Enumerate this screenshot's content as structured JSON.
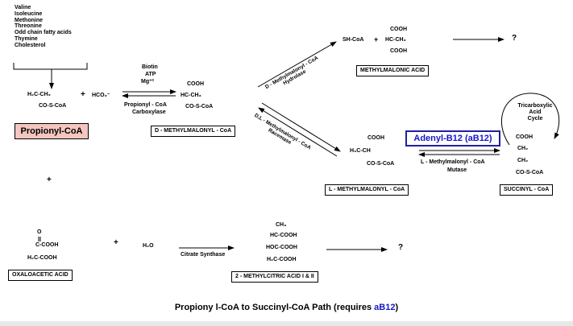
{
  "sources": [
    "Valine",
    "Isoleucine",
    "Methonine",
    "Threonine",
    "Odd chain fatty acids",
    "Thymine",
    "Cholesterol"
  ],
  "propionyl": {
    "formula_1": "H₂C-CH₃",
    "formula_2": "CO-S-CoA",
    "label": "Propionyl-CoA"
  },
  "plus": "+",
  "bicarbonate": "HCO₃⁻",
  "carboxylase": {
    "cofactor_1": "Biotin",
    "cofactor_2": "ATP",
    "cofactor_3": "Mg⁺²",
    "enzyme_1": "Propionyl - CoA",
    "enzyme_2": "Carboxylase"
  },
  "d_methylmalonyl": {
    "f1": "COOH",
    "f2": "HC-CH₃",
    "f3": "CO-S-CoA",
    "label": "D - METHYLMALONYL - CoA"
  },
  "hydrolase": {
    "l1": "D - Methylmalonyl - CoA",
    "l2": "Hydrolase"
  },
  "methylmalonic": {
    "sh": "SH-CoA",
    "plus": "+",
    "f1": "COOH",
    "f2": "HC-CH₃",
    "f3": "COOH",
    "label": "METHYLMALONIC ACID",
    "q": "?"
  },
  "racemase": {
    "l1": "D,L - Methylmalonyl - CoA",
    "l2": "Racemase"
  },
  "l_methylmalonyl": {
    "f1": "COOH",
    "f2": "H₃C-CH",
    "f3": "CO-S-CoA",
    "label": "L - METHYLMALONYL - CoA"
  },
  "adenyl": "Adenyl-B12 (aB12)",
  "mutase": {
    "l1": "L - Methylmalonyl - CoA",
    "l2": "Mutase"
  },
  "tca": {
    "l1": "Tricarboxylic",
    "l2": "Acid",
    "l3": "Cycle"
  },
  "succinyl": {
    "f1": "COOH",
    "f2": "CH₂",
    "f3": "CH₂",
    "f4": "CO-S-CoA",
    "label": "SUCCINYL - CoA"
  },
  "plus_left": "+",
  "oxaloacetic": {
    "f1": "O",
    "f2": "C-COOH",
    "f3": "H₂C-COOH",
    "label": "OXALOACETIC ACID"
  },
  "water": "H₂O",
  "citrate_synthase": "Citrate Synthase",
  "methylcitric": {
    "f1": "CH₃",
    "f2": "HC-COOH",
    "f3": "HOC-COOH",
    "f4": "H₂C-COOH",
    "label": "2 - METHYLCITRIC ACID I & II",
    "q": "?"
  },
  "caption": {
    "main": "Propiony l-CoA to Succinyl-CoA Path (requires ",
    "highlight": "aB12",
    "close": ")"
  }
}
